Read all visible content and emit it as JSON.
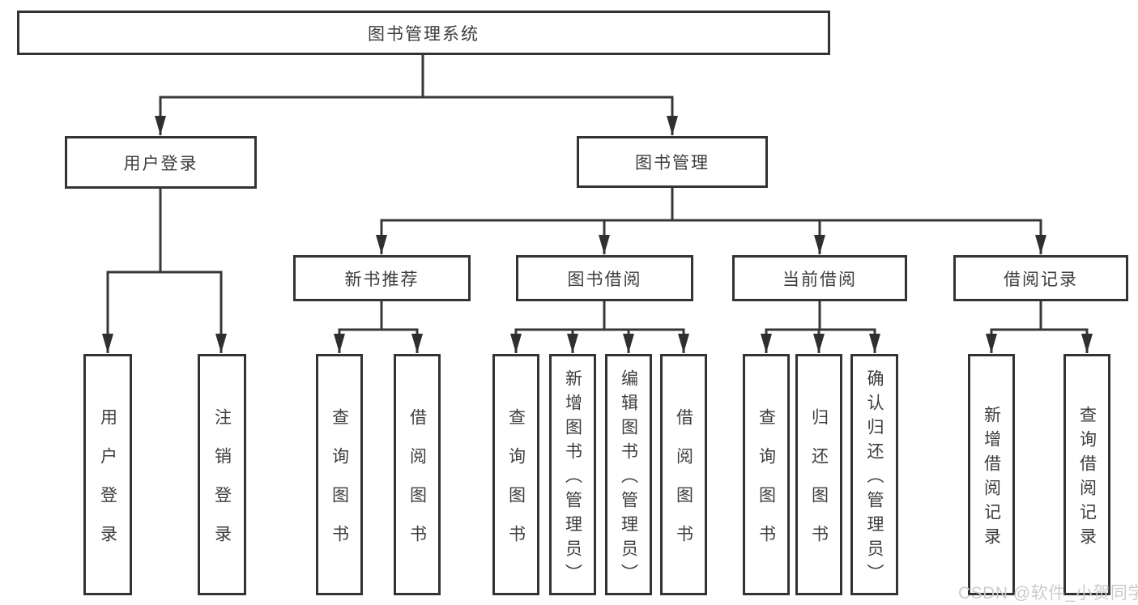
{
  "diagram": {
    "root": {
      "label": "图书管理系统"
    },
    "user_login": {
      "label": "用户登录",
      "leaves": [
        "用户登录",
        "注销登录"
      ]
    },
    "book_management": {
      "label": "图书管理",
      "sections": {
        "new_book_recommendation": {
          "label": "新书推荐",
          "leaves": [
            "查询图书",
            "借阅图书"
          ]
        },
        "book_borrowing": {
          "label": "图书借阅",
          "leaves": [
            "查询图书",
            "新增图书（管理员）",
            "编辑图书（管理员）",
            "借阅图书"
          ]
        },
        "current_borrowing": {
          "label": "当前借阅",
          "leaves": [
            "查询图书",
            "归还图书",
            "确认归还（管理员）"
          ]
        },
        "borrowing_records": {
          "label": "借阅记录",
          "leaves": [
            "新增借阅记录",
            "查询借阅记录"
          ]
        }
      }
    }
  },
  "watermark": "CSDN @软件_小贺同学",
  "colors": {
    "line": "#373737",
    "arrow": "#2f2f2f",
    "box_border": "#333333",
    "text": "#3d3d3d",
    "watermark": "#cccccc",
    "background": "#ffffff"
  }
}
